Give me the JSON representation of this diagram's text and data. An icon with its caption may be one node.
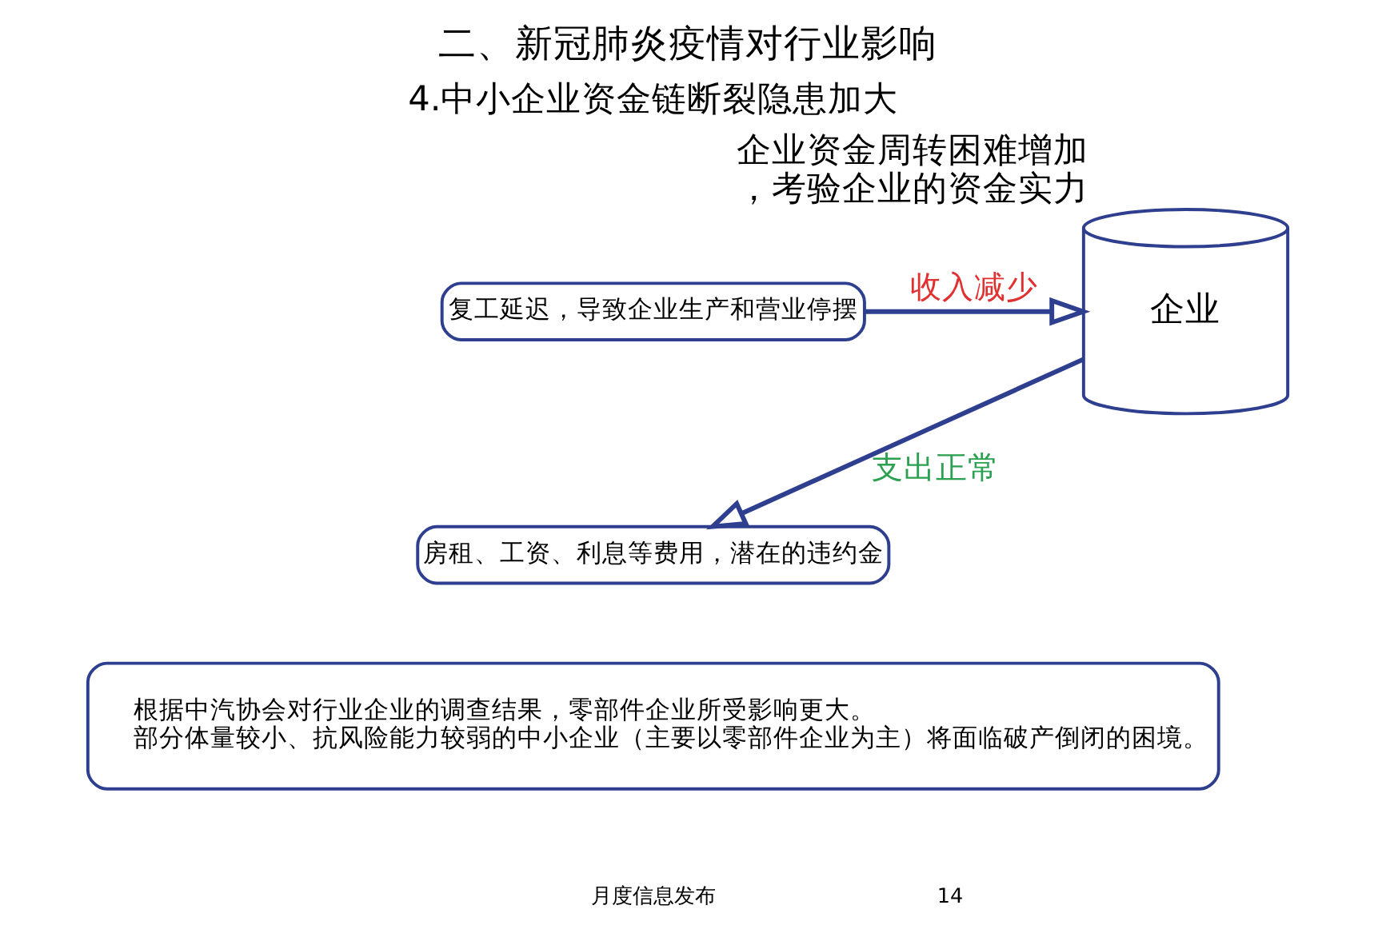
{
  "diagram": {
    "title": "二、新冠肺炎疫情对行业影响",
    "nodes": [
      {
        "text": [
          "复工延迟，导致企业生产和营业停摆"
        ]
      },
      {
        "text": [
          "房租、工资、利息等费用，潜在的违约金"
        ]
      },
      {
        "text": [
          "企业"
        ],
        "beside": [
          "企业资金周转困难增加，考验企业的资金实力"
        ]
      },
      {
        "text": [
          "根据中汽协会对行业企业的调查结果，零部件企业所受影响更大。",
          "部分体量较小、抗风险能力较弱的中小企业（主要以零部件企业为主）将面临破产倒闭的困境。"
        ]
      }
    ],
    "edges": [
      {
        "from": 0,
        "to": 2,
        "arrow": "to",
        "label": "收入减少"
      },
      {
        "from": 2,
        "to": 1,
        "arrow": "to",
        "label": "支出正常"
      }
    ],
    "labels": [
      "4.中小企业资金链断裂隐患加大",
      "月度信息发布",
      "14"
    ]
  }
}
